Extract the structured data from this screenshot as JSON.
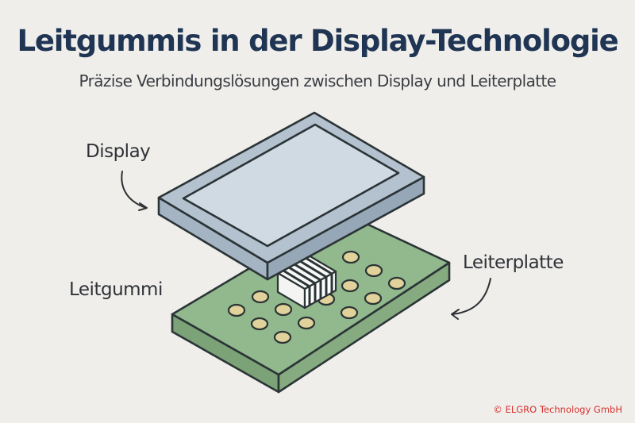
{
  "header": {
    "title": "Leitgummis in der Display-Technologie",
    "subtitle": "Präzise Verbindungslösungen zwischen Display und Leiterplatte"
  },
  "labels": {
    "display": "Display",
    "leitgummi": "Leitgummi",
    "leiterplatte": "Leiterplatte"
  },
  "footer": {
    "copyright": "© ELGRO Technology GmbH"
  },
  "diagram": {
    "components": [
      {
        "name": "Display",
        "icon": "display-panel-icon"
      },
      {
        "name": "Leitgummi",
        "icon": "conductive-rubber-icon"
      },
      {
        "name": "Leiterplatte",
        "icon": "circuit-board-icon"
      }
    ],
    "pad_count": 14
  },
  "colors": {
    "background": "#efeeeb",
    "title": "#1f3553",
    "display_frame": "#b4c2d0",
    "display_screen": "#d0dae2",
    "pcb_top": "#92b88d",
    "pcb_side": "#7ca277",
    "pad": "#e0d29a",
    "outline": "#2b3436",
    "copyright": "#d9302c"
  }
}
